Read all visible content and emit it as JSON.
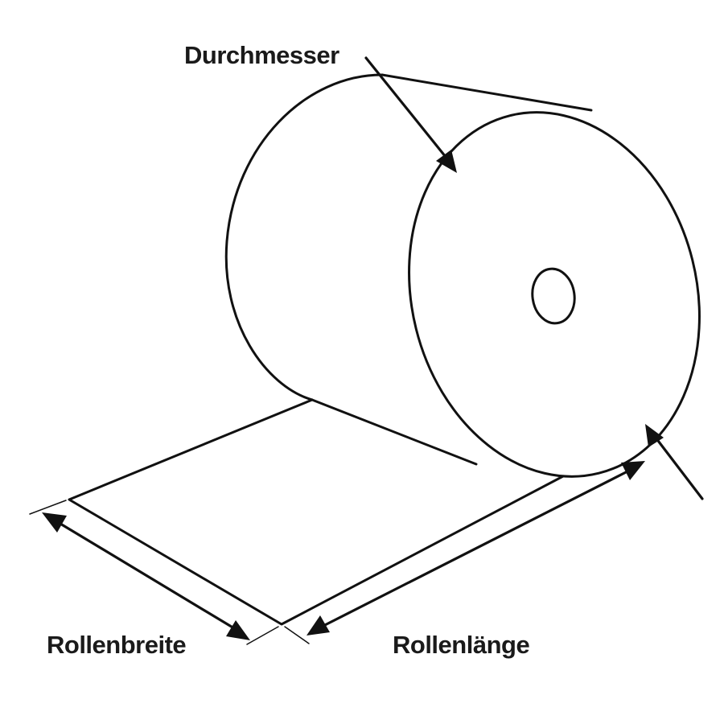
{
  "labels": {
    "diameter": "Durchmesser",
    "width": "Rollenbreite",
    "length": "Rollenlänge"
  },
  "colors": {
    "stroke": "#111111",
    "fill": "#ffffff",
    "text": "#1a1a1a"
  }
}
